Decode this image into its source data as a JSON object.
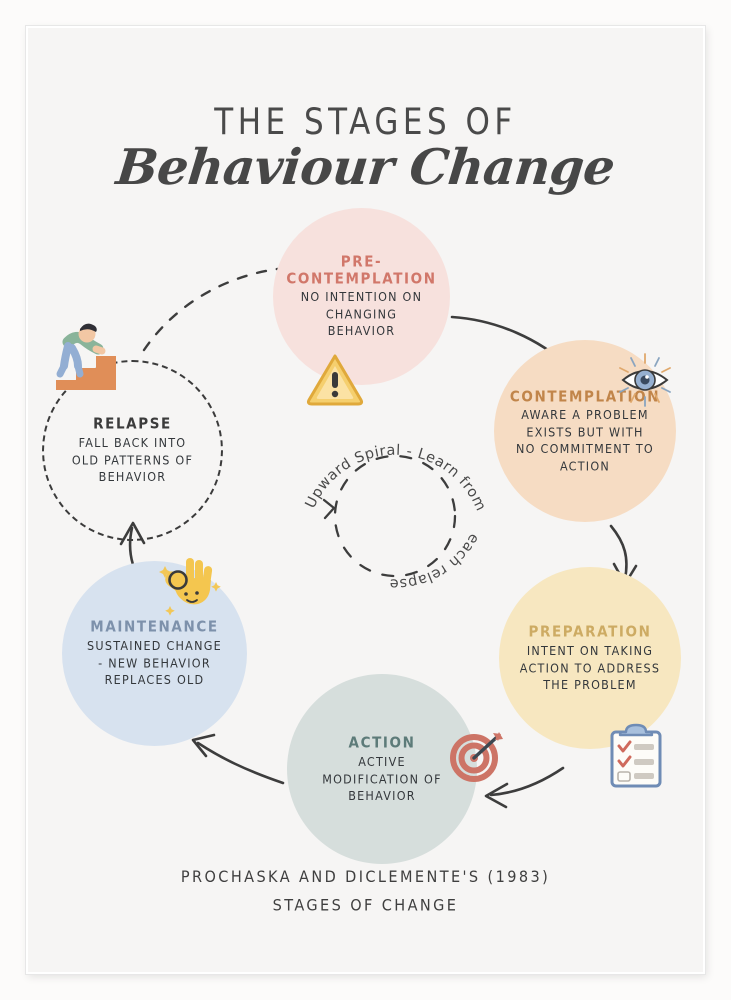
{
  "poster": {
    "title_line1": "THE STAGES OF",
    "title_line2": "Behaviour Change",
    "footer_line1": "PROCHASKA AND DICLEMENTE'S (1983)",
    "footer_line2": "STAGES OF CHANGE",
    "background_color": "#f6f5f4",
    "ink_color": "#3b3b3b"
  },
  "center": {
    "spiral_text": "Upward Spiral - Learn from each relapse",
    "spiral_text_top": "Upward Spiral - Learn from",
    "spiral_text_bottom": "each relapse"
  },
  "stages": [
    {
      "id": "pre-contemplation",
      "heading_line1": "PRE-",
      "heading_line2": "CONTEMPLATION",
      "body_line1": "NO INTENTION ON",
      "body_line2": "CHANGING",
      "body_line3": "BEHAVIOR",
      "fill": "#f7e1dd",
      "heading_color": "#d1776a",
      "icon": "warning-triangle-icon"
    },
    {
      "id": "contemplation",
      "heading_line1": "CONTEMPLATION",
      "heading_line2": "",
      "body_line1": "AWARE A PROBLEM",
      "body_line2": "EXISTS BUT WITH",
      "body_line3": "NO COMMITMENT TO",
      "body_line4": "ACTION",
      "fill": "#f6dcc3",
      "heading_color": "#c1854a",
      "icon": "eye-icon"
    },
    {
      "id": "preparation",
      "heading_line1": "PREPARATION",
      "heading_line2": "",
      "body_line1": "INTENT ON TAKING",
      "body_line2": "ACTION TO ADDRESS",
      "body_line3": "THE PROBLEM",
      "fill": "#f7e7c0",
      "heading_color": "#cdab63",
      "icon": "clipboard-checklist-icon"
    },
    {
      "id": "action",
      "heading_line1": "ACTION",
      "heading_line2": "",
      "body_line1": "ACTIVE",
      "body_line2": "MODIFICATION OF",
      "body_line3": "BEHAVIOR",
      "fill": "#d6dedc",
      "heading_color": "#5d7b79",
      "icon": "target-dart-icon"
    },
    {
      "id": "maintenance",
      "heading_line1": "MAINTENANCE",
      "heading_line2": "",
      "body_line1": "SUSTAINED CHANGE",
      "body_line2": "- NEW BEHAVIOR",
      "body_line3": "REPLACES OLD",
      "fill": "#d7e2ef",
      "heading_color": "#7d91ab",
      "icon": "ok-hand-icon"
    },
    {
      "id": "relapse",
      "heading_line1": "RELAPSE",
      "heading_line2": "",
      "body_line1": "FALL BACK INTO",
      "body_line2": "OLD PATTERNS OF",
      "body_line3": "BEHAVIOR",
      "fill": "transparent",
      "heading_color": "#3b3b3b",
      "icon": "person-climbing-stairs-icon"
    }
  ]
}
